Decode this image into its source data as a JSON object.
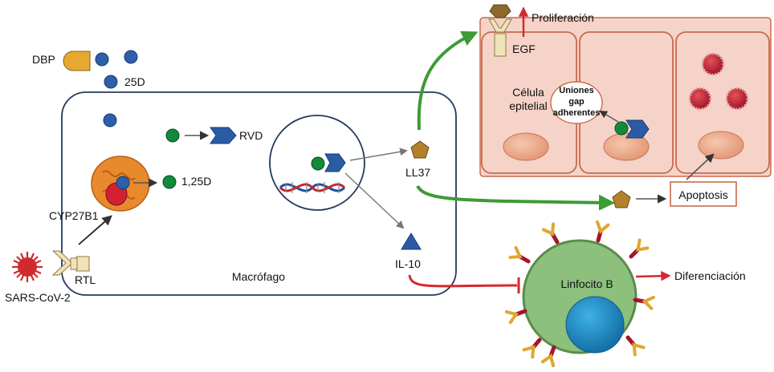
{
  "labels": {
    "dbp": "DBP",
    "d25": "25D",
    "rvd": "RVD",
    "d125": "1,25D",
    "cyp27b1": "CYP27B1",
    "rtl": "RTL",
    "sars": "SARS-CoV-2",
    "macrofago": "Macrófago",
    "ll37": "LL37",
    "il10": "IL-10",
    "proliferacion": "Proliferación",
    "egf": "EGF",
    "celula_1": "Célula",
    "celula_2": "epitelial",
    "uniones_1": "Uniones",
    "uniones_2": "gap",
    "uniones_3": "adherentes",
    "apoptosis": "Apoptosis",
    "linfocito": "Linfocito B",
    "diferenciacion": "Diferenciación"
  },
  "colors": {
    "blue_dot": "#2f5fa8",
    "green_dot": "#118a3c",
    "receptor_blue": "#2a5ca6",
    "arrow_green": "#3e9a35",
    "arrow_red": "#d7282f",
    "epithelial_fill": "#f6d3c8",
    "epithelial_stroke": "#c96a4e",
    "lymph_fill": "#8cc07c",
    "lymph_nucleus": "#1e8fc8",
    "virus": "#d12a2e",
    "gold": "#e0a72e",
    "dark_red": "#a3152b"
  }
}
